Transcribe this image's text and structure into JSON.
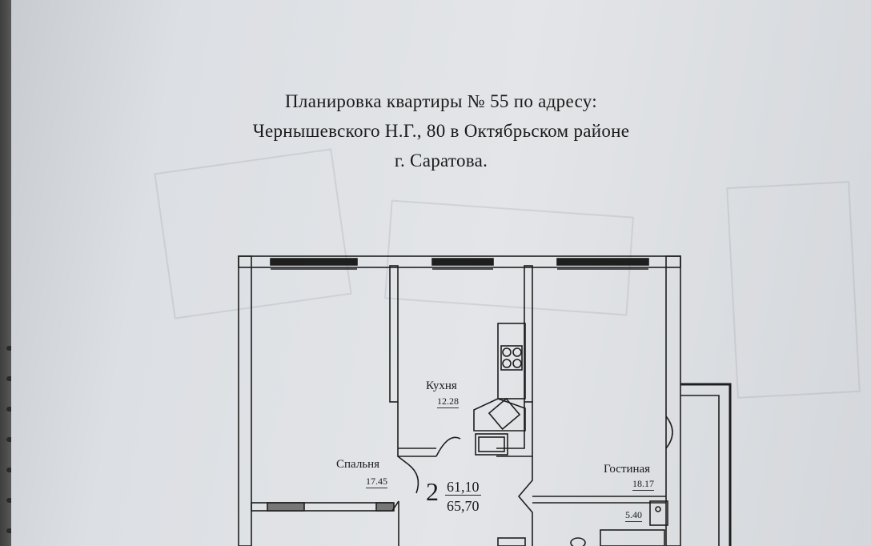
{
  "document": {
    "title_lines": [
      "Планировка квартиры № 55  по адресу:",
      "Чернышевского Н.Г., 80 в Октябрьском районе",
      "г. Саратова."
    ]
  },
  "plan": {
    "rooms": [
      {
        "name": "Кухня",
        "area": "12.28"
      },
      {
        "name": "Спальня",
        "area": "17.45"
      },
      {
        "name": "Гостиная",
        "area": "18.17"
      }
    ],
    "bathroom_area": "5.40",
    "room_count": "2",
    "living_area": "61,10",
    "total_area": "65,70"
  }
}
